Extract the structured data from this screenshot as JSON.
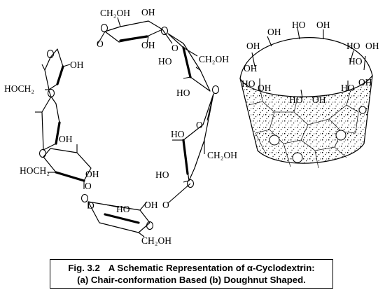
{
  "chair_labels": {
    "ch2oh_top": "CH₂OH",
    "oh_top": "OH",
    "oh_top2": "OH",
    "oh_left_upper": "OH",
    "hoch2_left": "HOCH₂",
    "oh_left_mid": "OH",
    "hoch2_left_low": "HOCH₂",
    "oh_left_low": "OH",
    "ho_right_upper": "HO",
    "ch2oh_right_upper": "CH₂OH",
    "ho_right_upper2": "HO",
    "ho_right_mid": "HO",
    "ch2oh_right_mid": "CH₂OH",
    "ho_right_mid2": "HO",
    "ho_bottom": "HO",
    "oh_bottom": "OH",
    "ch2oh_bottom": "CH₂OH",
    "ring_o": "O"
  },
  "doughnut_labels": {
    "top_oh": [
      "OH",
      "HO",
      "OH",
      "OH",
      "HO",
      "OH",
      "HO",
      "OH"
    ],
    "inner_oh": [
      "HO",
      "OH",
      "HO",
      "OH",
      "HO",
      "OH"
    ]
  },
  "caption": {
    "line1_prefix": "Fig. 3.2",
    "line1_text": "A Schematic Representation of α-Cyclodextrin:",
    "line2": "(a) Chair-conformation Based (b) Doughnut Shaped."
  }
}
